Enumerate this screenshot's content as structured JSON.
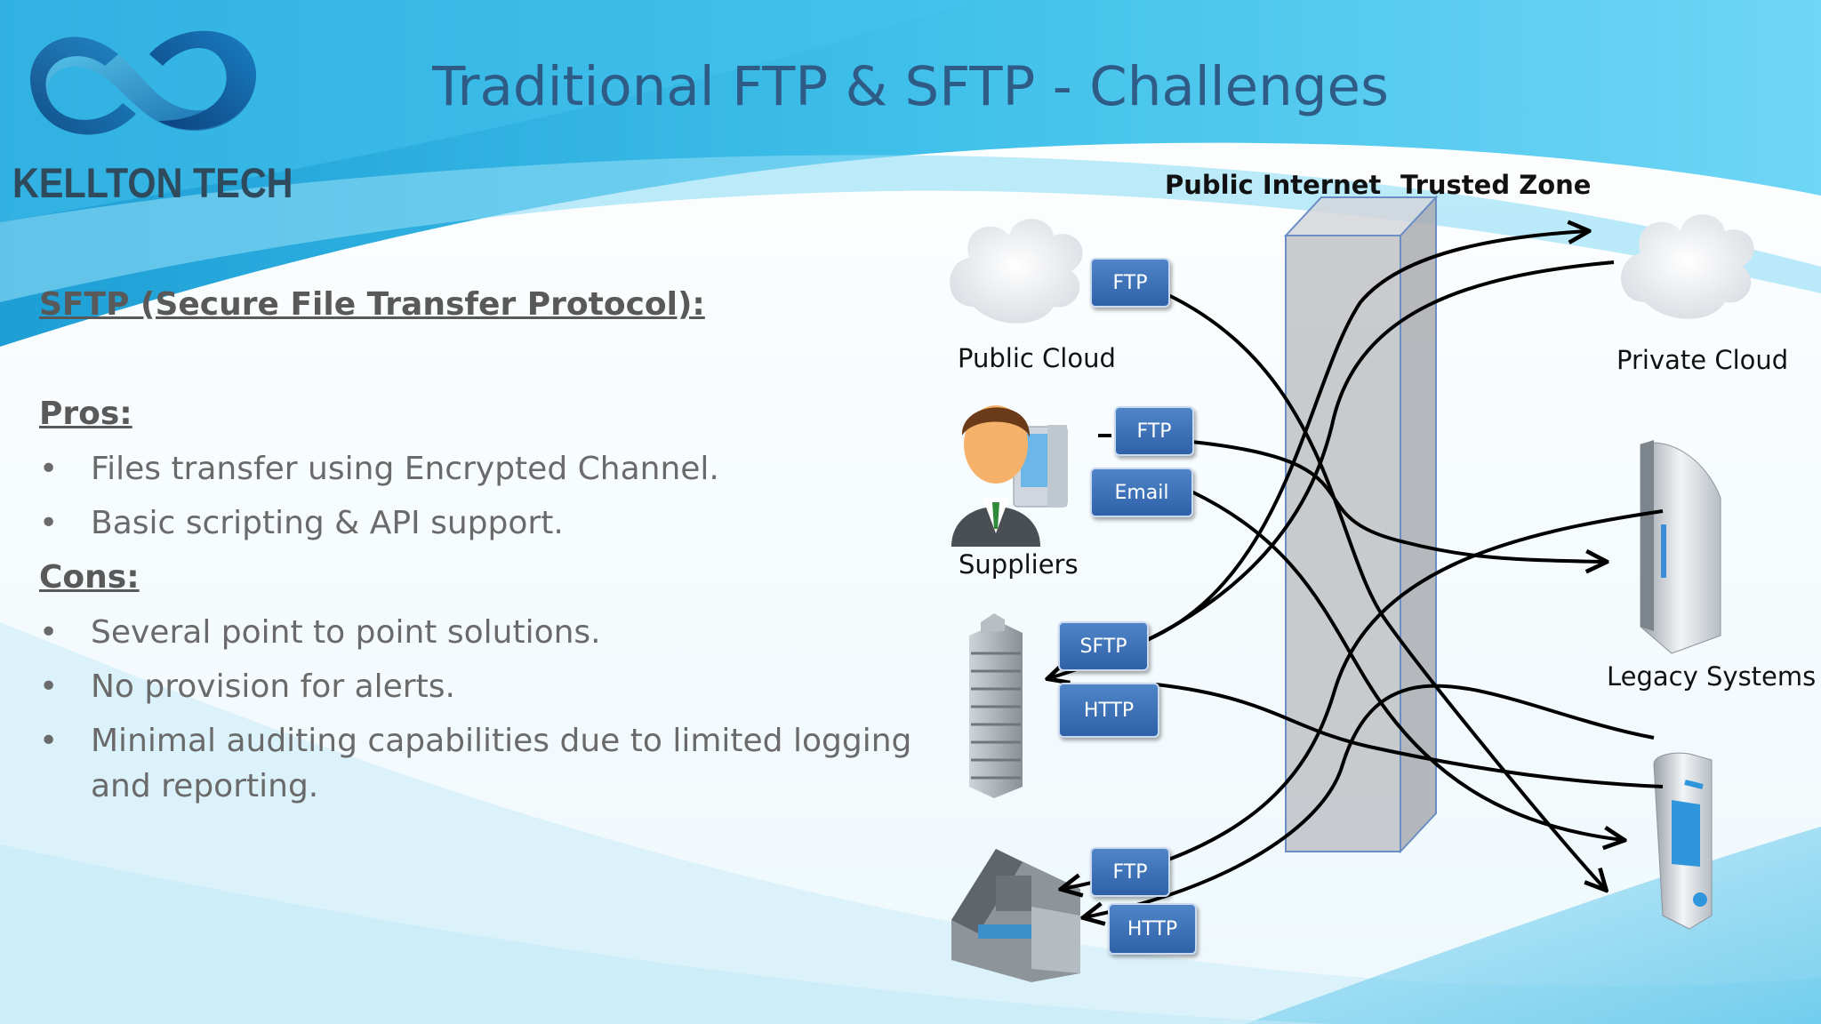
{
  "header": {
    "title": "Traditional FTP & SFTP - Challenges",
    "brand": "KELLTON TECH"
  },
  "content": {
    "heading": "SFTP (Secure File Transfer Protocol):",
    "pros_label": "Pros:",
    "pros": [
      "Files transfer using Encrypted Channel.",
      "Basic scripting & API support."
    ],
    "cons_label": "Cons:",
    "cons": [
      "Several point to point solutions.",
      "No provision for alerts.",
      "Minimal auditing capabilities due to limited logging and reporting."
    ],
    "bullet": "•"
  },
  "diagram": {
    "zones": {
      "public": "Public Internet",
      "trusted": "Trusted Zone"
    },
    "sources": {
      "public_cloud": "Public Cloud",
      "suppliers": "Suppliers"
    },
    "targets": {
      "private_cloud": "Private Cloud",
      "legacy": "Legacy Systems"
    },
    "protocols": {
      "p1": "FTP",
      "p2": "FTP",
      "p3": "Email",
      "p4": "SFTP",
      "p5": "HTTP",
      "p6": "FTP",
      "p7": "HTTP"
    }
  },
  "colors": {
    "title": "#2f5c86",
    "button": "#3a6fb6",
    "text": "#595959",
    "background_swoosh": "#22a9dc"
  }
}
